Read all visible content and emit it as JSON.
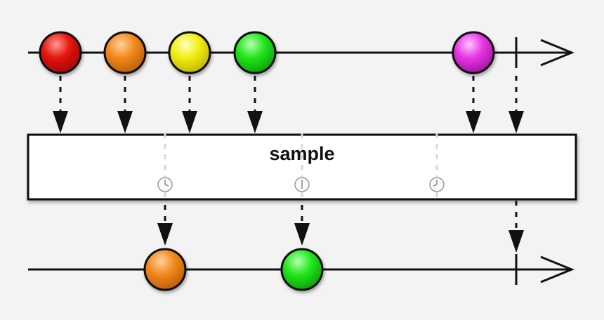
{
  "operator": {
    "label": "sample"
  },
  "input_stream": {
    "items": [
      {
        "color": "red"
      },
      {
        "color": "orange"
      },
      {
        "color": "yellow"
      },
      {
        "color": "green"
      },
      {
        "color": "magenta"
      }
    ],
    "completes": true
  },
  "sampler_ticks": 3,
  "output_stream": {
    "items": [
      {
        "color": "orange"
      },
      {
        "color": "green"
      }
    ],
    "completes": true
  },
  "colors": {
    "red": "#e0120f",
    "orange": "#f08a1a",
    "yellow": "#f2ee10",
    "green": "#1ee31a",
    "magenta": "#e733e6",
    "line": "#111111",
    "background": "#f3f3f3"
  }
}
